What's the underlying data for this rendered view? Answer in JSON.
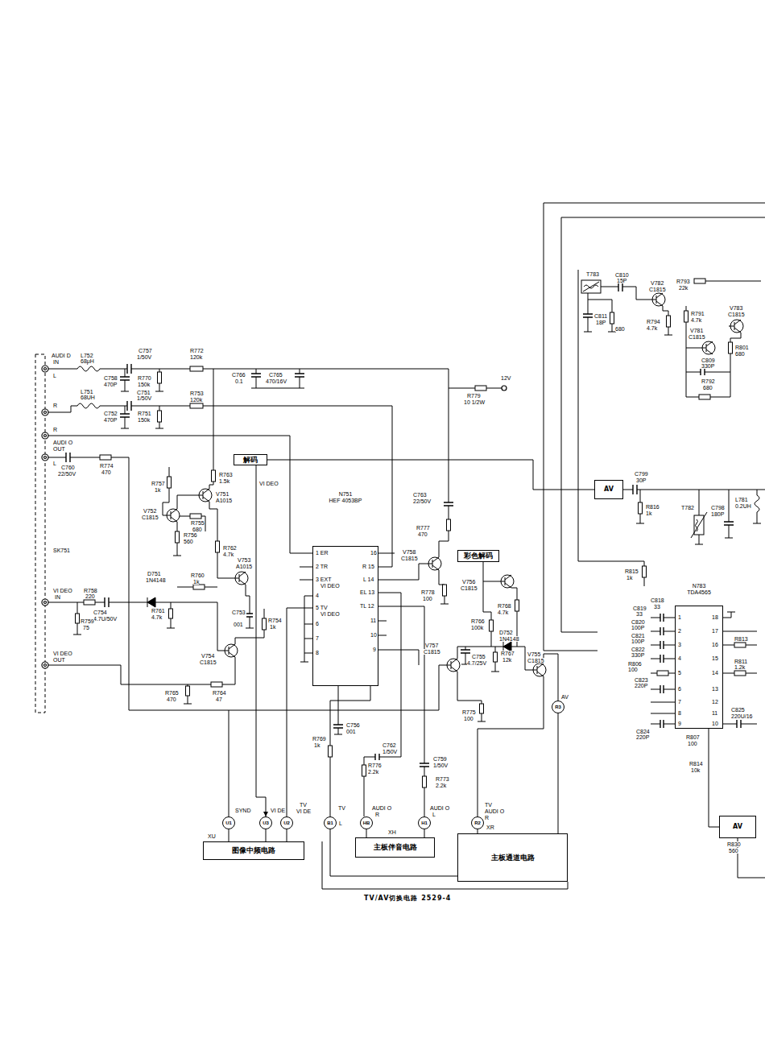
{
  "diagram": {
    "caption": "TV/AV切换电路 2529-4",
    "nodes": [
      {
        "text": [
          "解码"
        ]
      },
      {
        "text": [
          "N751",
          "HEF 4053BP"
        ]
      },
      {
        "text": [
          "彩色解码"
        ]
      },
      {
        "text": [
          "AV"
        ]
      },
      {
        "text": [
          "N783",
          "TDA4565"
        ]
      },
      {
        "text": [
          "U1"
        ]
      },
      {
        "text": [
          "U3"
        ]
      },
      {
        "text": [
          "U2"
        ]
      },
      {
        "text": [
          "B1"
        ]
      },
      {
        "text": [
          "HB"
        ]
      },
      {
        "text": [
          "H1"
        ]
      },
      {
        "text": [
          "R2"
        ]
      },
      {
        "text": [
          "R3"
        ]
      },
      {
        "text": [
          "图像中频电路"
        ]
      },
      {
        "text": [
          "主板伴音电路"
        ]
      },
      {
        "text": [
          "主板通道电路"
        ]
      },
      {
        "text": [
          "AV"
        ]
      }
    ],
    "edges": [
      {
        "from": 0,
        "to": 3,
        "arrow": "none"
      },
      {
        "from": 0,
        "to": 6,
        "arrow": "to"
      },
      {
        "from": 5,
        "to": 13,
        "arrow": "none"
      },
      {
        "from": 6,
        "to": 13,
        "arrow": "none"
      },
      {
        "from": 7,
        "to": 13,
        "arrow": "none"
      },
      {
        "from": 8,
        "to": 15,
        "arrow": "none"
      },
      {
        "from": 9,
        "to": 14,
        "arrow": "none"
      },
      {
        "from": 10,
        "to": 14,
        "arrow": "none"
      },
      {
        "from": 11,
        "to": 15,
        "arrow": "none"
      },
      {
        "from": 12,
        "to": 15,
        "arrow": "none"
      },
      {
        "from": 4,
        "to": 16,
        "arrow": "none"
      }
    ],
    "labels": [
      "AUDI D",
      "IN",
      "L",
      "L752",
      "68μH",
      "C757",
      "1/50V",
      "R772",
      "120k",
      "C758",
      "470P",
      "R770",
      "150k",
      "C766",
      "0.1",
      "C765",
      "470/16V",
      "R779",
      "10 1/2W",
      "12V",
      "L751",
      "68UH",
      "C751",
      "1/50V",
      "R753",
      "120k",
      "R",
      "C752",
      "470P",
      "R751",
      "150k",
      "R",
      "AUDI O",
      "OUT",
      "L",
      "C760",
      "22/50V",
      "R774",
      "470",
      "VI DEO",
      "R757",
      "1k",
      "R763",
      "1.5k",
      "V751",
      "A1015",
      "V752",
      "C1815",
      "R755",
      "680",
      "R756",
      "560",
      "R762",
      "4.7k",
      "SK751",
      "D751",
      "1N4148",
      "R760",
      "1k",
      "V753",
      "A1015",
      "VI DEO",
      "IN",
      "R758",
      "220",
      "C754",
      "4.7U/50V",
      "R759",
      "75",
      "R761",
      "4.7k",
      "V754",
      "C1815",
      "C753",
      "001",
      "R754",
      "1k",
      "VI DEO",
      "OUT",
      "R765",
      "470",
      "R764",
      "47",
      "1 ER",
      "2 TR",
      "3 EXT",
      "VI DEO",
      "4",
      "5 TV",
      "VI DEO",
      "6",
      "7",
      "8",
      "16",
      "R 15",
      "L 14",
      "EL 13",
      "TL 12",
      "11",
      "10",
      "9",
      "C763",
      "22/50V",
      "R777",
      "470",
      "V758",
      "C1815",
      "R778",
      "100",
      "V756",
      "C1815",
      "R768",
      "4.7k",
      "R766",
      "100k",
      "D752",
      "1N4148",
      "V757",
      "C1815",
      "C755",
      "4.7/25V",
      "R767",
      "12k",
      "V755",
      "C1815",
      "AV",
      "R775",
      "100",
      "C756",
      "001",
      "R769",
      "1k",
      "C762",
      "1/50V",
      "R776",
      "2.2k",
      "C759",
      "1/50V",
      "R773",
      "2.2k",
      "SYND",
      "VI DE",
      "TV",
      "VI DE",
      "TV",
      "L",
      "AUDI O",
      "R",
      "AUDI O",
      "L",
      "TV",
      "AUDI O",
      "R",
      "XU",
      "XH",
      "XR",
      "T783",
      "C810",
      "15P",
      "V782",
      "C1815",
      "R793",
      "22k",
      "C811",
      "18P",
      "680",
      "R794",
      "4.7k",
      "R791",
      "4.7k",
      "V783",
      "C1815",
      "V781",
      "C1815",
      "R801",
      "680",
      "C809",
      "330P",
      "R792",
      "680",
      "C799",
      "30P",
      "R816",
      "1k",
      "T782",
      "C798",
      "180P",
      "L781",
      "0.2UH",
      "R815",
      "1k",
      "C818",
      "33",
      "C819",
      "33",
      "C820",
      "100P",
      "C821",
      "100P",
      "C822",
      "330P",
      "R806",
      "100",
      "C823",
      "220P",
      "C824",
      "220P",
      "R807",
      "100",
      "R814",
      "10k",
      "1",
      "2",
      "3",
      "4",
      "5",
      "6",
      "7",
      "8",
      "9",
      "18",
      "17",
      "16",
      "15",
      "14",
      "13",
      "12",
      "11",
      "10",
      "R813",
      "R811",
      "1.2k",
      "C825",
      "220U/16",
      "R830",
      "560"
    ]
  }
}
